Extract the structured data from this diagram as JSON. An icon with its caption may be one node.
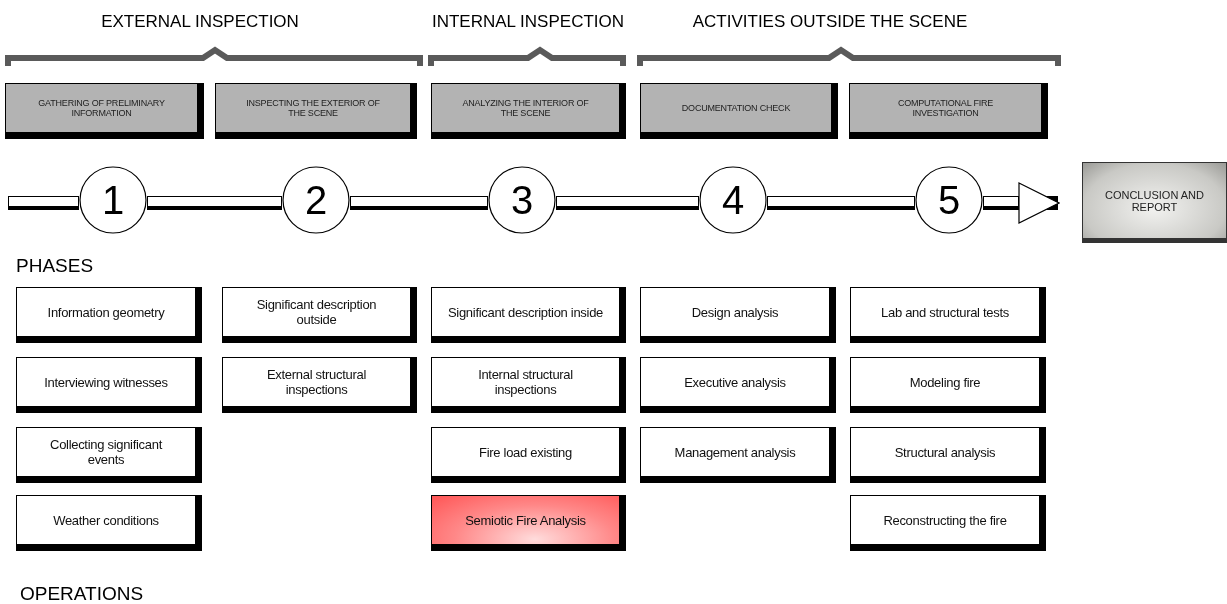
{
  "diagram": {
    "nodes": [
      {
        "text": [
          "GATHERING OF PRELIMINARY INFORMATION"
        ]
      },
      {
        "text": [
          "INSPECTING THE EXTERIOR OF THE SCENE"
        ]
      },
      {
        "text": [
          "ANALYZING THE INTERIOR OF THE SCENE"
        ]
      },
      {
        "text": [
          "DOCUMENTATION CHECK"
        ]
      },
      {
        "text": [
          "COMPUTATIONAL FIRE INVESTIGATION"
        ]
      },
      {
        "text": [
          "1"
        ]
      },
      {
        "text": [
          "2"
        ]
      },
      {
        "text": [
          "3"
        ]
      },
      {
        "text": [
          "4"
        ]
      },
      {
        "text": [
          "5"
        ]
      },
      {
        "text": [
          "CONCLUSION AND REPORT"
        ]
      },
      {
        "text": [
          "Information geometry"
        ]
      },
      {
        "text": [
          "Interviewing witnesses"
        ]
      },
      {
        "text": [
          "Collecting significant events"
        ]
      },
      {
        "text": [
          "Weather conditions"
        ]
      },
      {
        "text": [
          "Significant description outside"
        ]
      },
      {
        "text": [
          "External structural inspections"
        ]
      },
      {
        "text": [
          "Significant description inside"
        ]
      },
      {
        "text": [
          "Internal structural inspections"
        ]
      },
      {
        "text": [
          "Fire load existing"
        ]
      },
      {
        "text": [
          "Semiotic Fire Analysis"
        ]
      },
      {
        "text": [
          "Design analysis"
        ]
      },
      {
        "text": [
          "Executive analysis"
        ]
      },
      {
        "text": [
          "Management analysis"
        ]
      },
      {
        "text": [
          "Lab and structural tests"
        ]
      },
      {
        "text": [
          "Modeling fire"
        ]
      },
      {
        "text": [
          "Structural analysis"
        ]
      },
      {
        "text": [
          "Reconstructing the fire"
        ]
      }
    ],
    "edges": [
      {
        "from": null,
        "to": 5,
        "arrow": "none"
      },
      {
        "from": 5,
        "to": 6,
        "arrow": "none"
      },
      {
        "from": 6,
        "to": 7,
        "arrow": "none"
      },
      {
        "from": 7,
        "to": 8,
        "arrow": "none"
      },
      {
        "from": 8,
        "to": 9,
        "arrow": "none"
      },
      {
        "from": 9,
        "to": 10,
        "arrow": "to"
      }
    ],
    "labels": [
      "EXTERNAL INSPECTION",
      "INTERNAL INSPECTION",
      "ACTIVITIES OUTSIDE THE SCENE",
      "PHASES",
      "OPERATIONS"
    ]
  }
}
